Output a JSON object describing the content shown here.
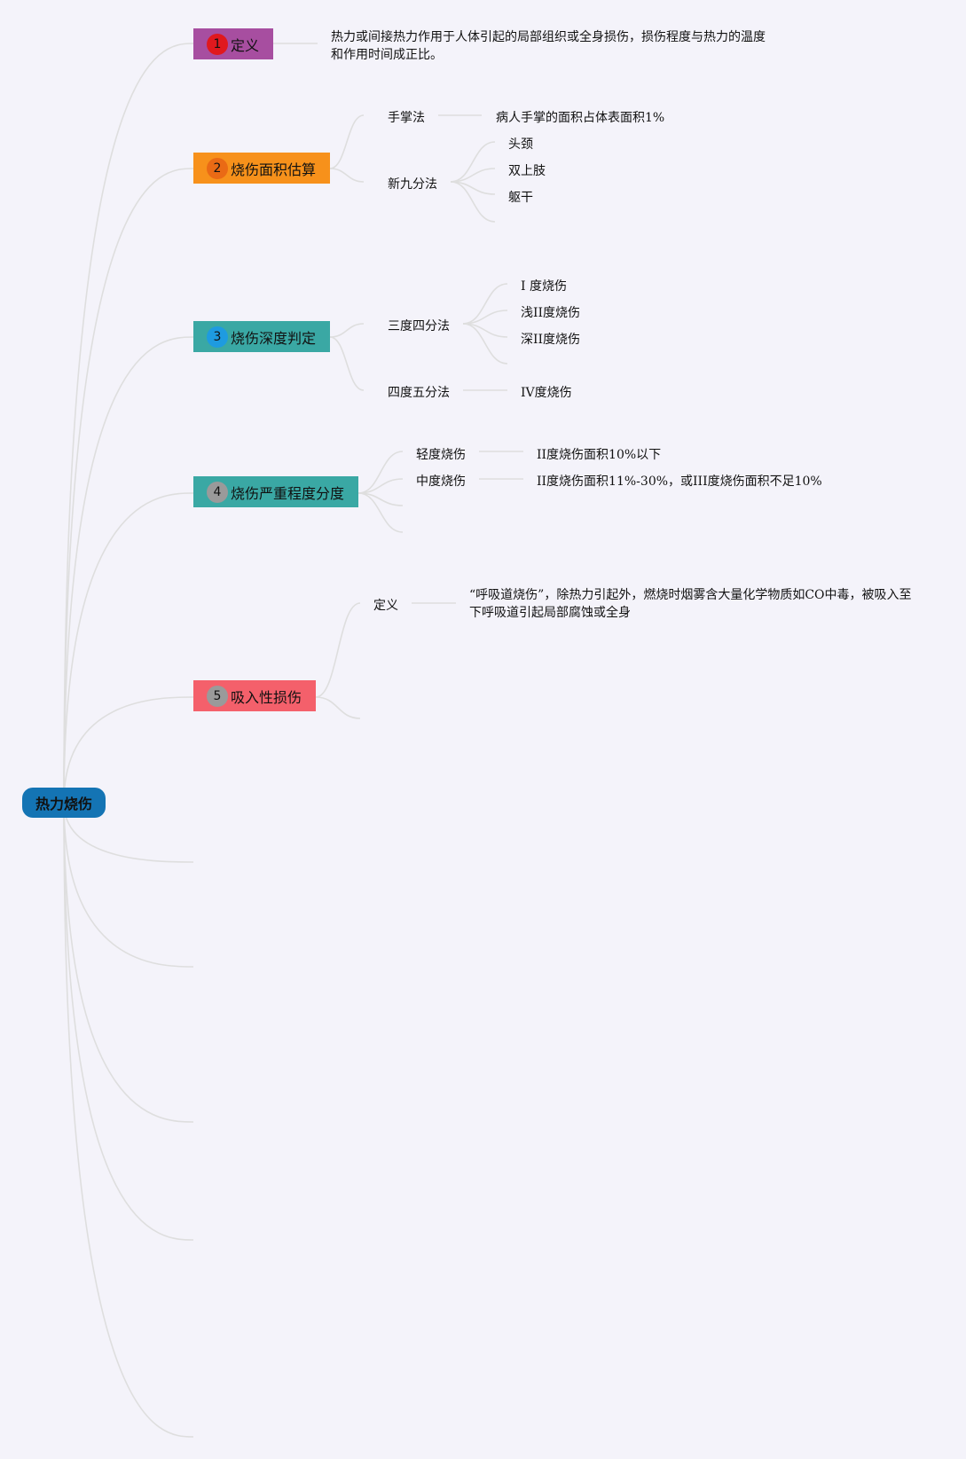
{
  "root": "热力烧伤",
  "colors": {
    "root": "#1474b4",
    "topic1": "#a74ea0",
    "topic2": "#f7911b",
    "topic3": "#3aa8a4",
    "topic4": "#3aa8a4",
    "topic5": "#f4606b",
    "badge1": "#e0191e",
    "badge2": "#ea6a15",
    "badge3": "#1e9be0",
    "badge4": "#9a9a9a",
    "badge5": "#9a9a9a",
    "line": "#dedede"
  },
  "topics": [
    {
      "number": "1",
      "label": "定义",
      "text": "热力或间接热力作用于人体引起的局部组织或全身损伤，损伤程度与热力的温度和作用时间成正比。"
    },
    {
      "number": "2",
      "label": "烧伤面积估算",
      "children": [
        {
          "label": "手掌法",
          "detail": "病人手掌的面积占体表面积1%"
        },
        {
          "label": "新九分法",
          "items": [
            "头颈",
            "双上肢",
            "躯干"
          ]
        }
      ]
    },
    {
      "number": "3",
      "label": "烧伤深度判定",
      "children": [
        {
          "label": "三度四分法",
          "items": [
            "I 度烧伤",
            "浅II度烧伤",
            "深II度烧伤"
          ]
        },
        {
          "label": "四度五分法",
          "detail": "IV度烧伤"
        }
      ]
    },
    {
      "number": "4",
      "label": "烧伤严重程度分度",
      "children": [
        {
          "label": "轻度烧伤",
          "detail": "II度烧伤面积10%以下"
        },
        {
          "label": "中度烧伤",
          "detail": "II度烧伤面积11%-30%，或III度烧伤面积不足10%"
        }
      ]
    },
    {
      "number": "5",
      "label": "吸入性损伤",
      "children": [
        {
          "label": "定义",
          "detail": "“呼吸道烧伤”，除热力引起外，燃烧时烟雾含大量化学物质如CO中毒，被吸入至下呼吸道引起局部腐蚀或全身"
        }
      ]
    }
  ]
}
